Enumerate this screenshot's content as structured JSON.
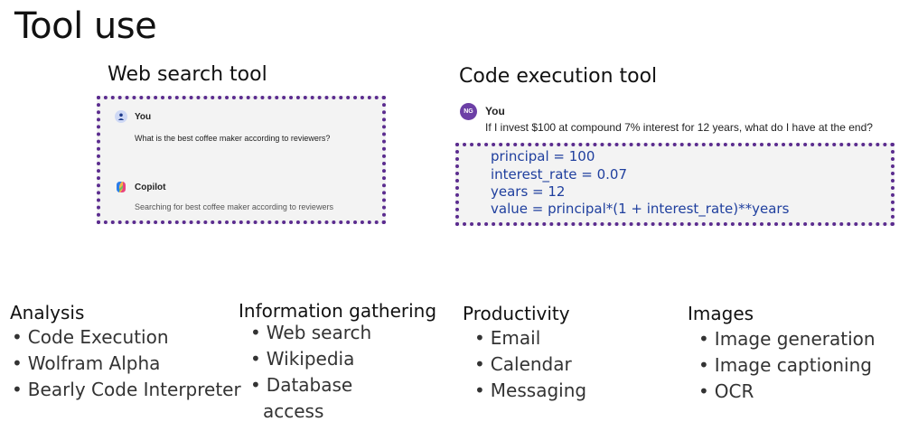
{
  "title": "Tool use",
  "web_search": {
    "heading": "Web search tool",
    "user_name": "You",
    "user_message": "What is the best coffee maker according to reviewers?",
    "assistant_name": "Copilot",
    "assistant_message": "Searching for best coffee maker according to reviewers",
    "border_color": "#5b2c8f"
  },
  "code_exec": {
    "heading": "Code execution tool",
    "avatar_initials": "NG",
    "user_name": "You",
    "user_message": "If I invest $100 at compound 7% interest for 12 years, what do I have at the end?",
    "code_lines": [
      "principal = 100",
      "interest_rate = 0.07",
      "years = 12",
      "value = principal*(1 + interest_rate)**years"
    ],
    "code_color": "#1f3f9e"
  },
  "categories": [
    {
      "heading": "Analysis",
      "items": [
        "Code Execution",
        "Wolfram Alpha",
        "Bearly Code Interpreter"
      ]
    },
    {
      "heading": "Information gathering",
      "items": [
        "Web search",
        "Wikipedia",
        "Database",
        "access"
      ]
    },
    {
      "heading": "Productivity",
      "items": [
        "Email",
        "Calendar",
        "Messaging"
      ]
    },
    {
      "heading": "Images",
      "items": [
        "Image generation",
        "Image captioning",
        "OCR"
      ]
    }
  ],
  "bullet": "•"
}
